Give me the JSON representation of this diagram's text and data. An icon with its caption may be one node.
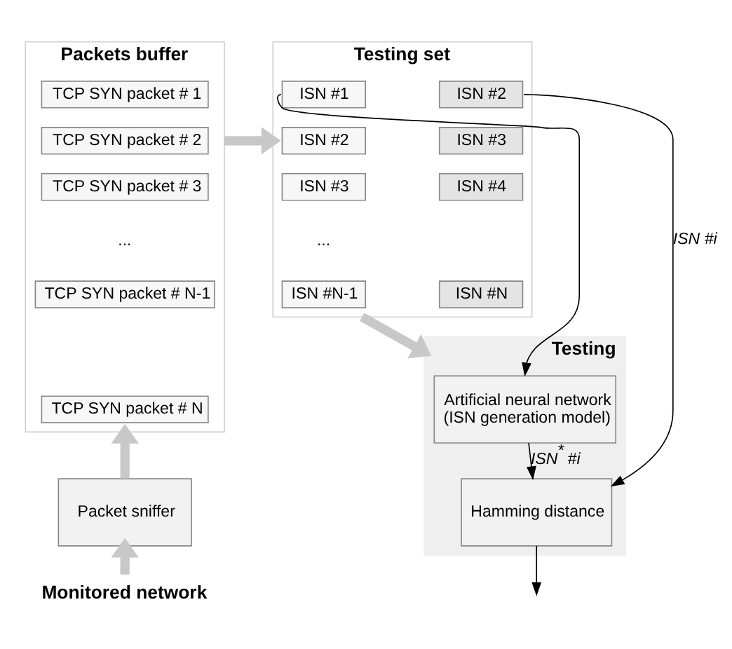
{
  "diagram": {
    "nodes": [
      {
        "text": [
          "Packets buffer"
        ]
      },
      {
        "text": [
          "TCP SYN packet # 1"
        ],
        "in": 0
      },
      {
        "text": [
          "TCP SYN packet # 2"
        ],
        "in": 0
      },
      {
        "text": [
          "TCP SYN packet # 3"
        ],
        "in": 0
      },
      {
        "text": [
          "TCP SYN packet # N-1"
        ],
        "in": 0
      },
      {
        "text": [
          "TCP SYN packet # N"
        ],
        "in": 0
      },
      {
        "text": [
          "Testing set"
        ]
      },
      {
        "text": [
          "ISN #1"
        ],
        "in": 6
      },
      {
        "text": [
          "ISN #2"
        ],
        "in": 6
      },
      {
        "text": [
          "ISN #2"
        ],
        "in": 6
      },
      {
        "text": [
          "ISN #3"
        ],
        "in": 6
      },
      {
        "text": [
          "ISN #3"
        ],
        "in": 6
      },
      {
        "text": [
          "ISN #4"
        ],
        "in": 6
      },
      {
        "text": [
          "ISN #N-1"
        ],
        "in": 6
      },
      {
        "text": [
          "ISN #N"
        ],
        "in": 6
      },
      {
        "text": [
          "Packet sniffer"
        ]
      },
      {
        "text": [
          "Monitored network"
        ]
      },
      {
        "text": [
          "Testing"
        ]
      },
      {
        "text": [
          "Artificial neural network (ISN generation model)"
        ],
        "in": 17
      },
      {
        "text": [
          "Hamming distance"
        ],
        "in": 17
      }
    ],
    "edges": [
      {
        "from": 16,
        "to": 15,
        "arrow": "to",
        "style": "thick",
        "color": "#c8c8c8"
      },
      {
        "from": 15,
        "to": 0,
        "arrow": "to",
        "style": "thick",
        "color": "#c8c8c8"
      },
      {
        "from": 0,
        "to": 6,
        "arrow": "to",
        "style": "thick",
        "color": "#c8c8c8"
      },
      {
        "from": 6,
        "to": 17,
        "arrow": "to",
        "style": "thick",
        "color": "#c8c8c8"
      },
      {
        "from": 7,
        "to": 18,
        "arrow": "to",
        "color": "#000000"
      },
      {
        "from": 8,
        "to": 19,
        "arrow": "to",
        "label": "ISN #i",
        "color": "#000000"
      },
      {
        "from": 18,
        "to": 19,
        "arrow": "to",
        "label": "ISN$^{*}$ #i",
        "color": "#000000"
      },
      {
        "from": 19,
        "to": null,
        "arrow": "to",
        "color": "#000000"
      }
    ],
    "labels": [
      "...",
      "..."
    ]
  }
}
